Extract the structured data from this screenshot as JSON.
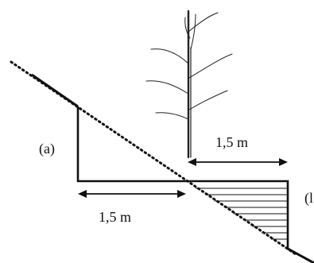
{
  "labels": {
    "panel_a": "(a)",
    "panel_b_partial": "(l",
    "dim_top": "1,5 m",
    "dim_bottom": "1,5 m"
  },
  "colors": {
    "ink": "#111111",
    "background": "#ffffff"
  },
  "icons": {
    "tree": "bare-tree-icon"
  }
}
